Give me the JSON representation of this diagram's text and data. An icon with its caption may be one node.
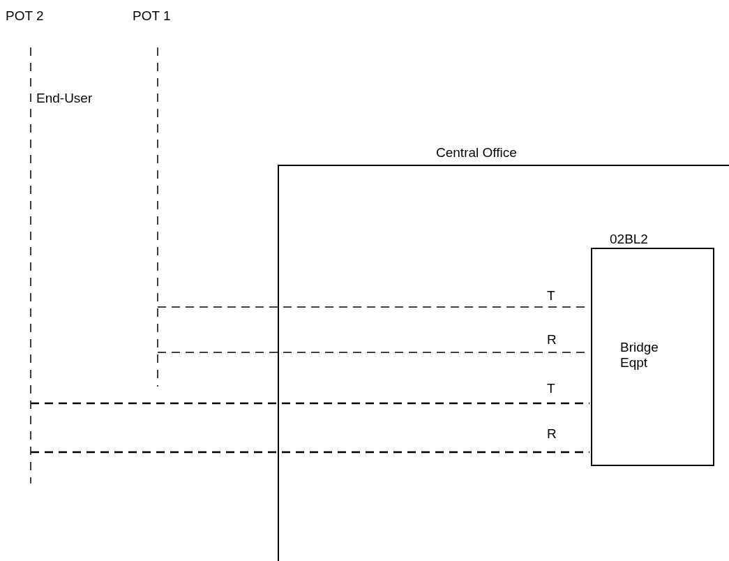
{
  "diagram": {
    "nodes": [
      {
        "text": [
          "Central Office"
        ]
      },
      {
        "text": [
          "02BL2",
          "Bridge Eqpt"
        ],
        "in": 0
      },
      {
        "text": [
          "POT 1"
        ]
      },
      {
        "text": [
          "POT 2"
        ]
      }
    ],
    "edges": [
      {
        "from": 2,
        "to": 1,
        "arrow": "none",
        "style": "dashed",
        "label": "T"
      },
      {
        "from": 2,
        "to": 1,
        "arrow": "none",
        "style": "dashed",
        "label": "R"
      },
      {
        "from": 3,
        "to": 1,
        "arrow": "none",
        "style": "dashed",
        "label": "T"
      },
      {
        "from": 3,
        "to": 1,
        "arrow": "none",
        "style": "dashed",
        "label": "R"
      }
    ],
    "labels": [
      "End-User"
    ]
  }
}
